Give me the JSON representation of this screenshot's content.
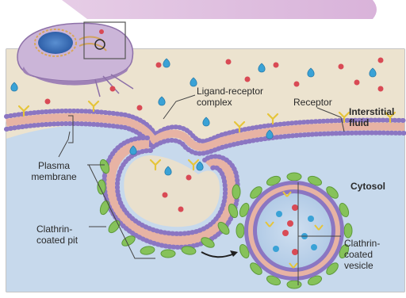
{
  "labels": {
    "ligand_receptor_line1": "Ligand-receptor",
    "ligand_receptor_line2": "complex",
    "receptor": "Receptor",
    "interstitial_line1": "Interstitial",
    "interstitial_line2": "fluid",
    "plasma_line1": "Plasma",
    "plasma_line2": "membrane",
    "cytosol": "Cytosol",
    "pit_line1": "Clathrin-",
    "pit_line2": "coated pit",
    "vesicle_line1": "Clathrin-",
    "vesicle_line2": "coated",
    "vesicle_line3": "vesicle"
  },
  "colors": {
    "interstitial": "#ece3cf",
    "cytosol": "#c7d9ec",
    "membrane_head": "#8b76c2",
    "membrane_core": "#e7b3a4",
    "clathrin": "#86c25a",
    "receptor": "#e6c53a",
    "ligand": "#3aa2d6",
    "particle": "#d94a55",
    "top_band": "#e4c9e4"
  }
}
